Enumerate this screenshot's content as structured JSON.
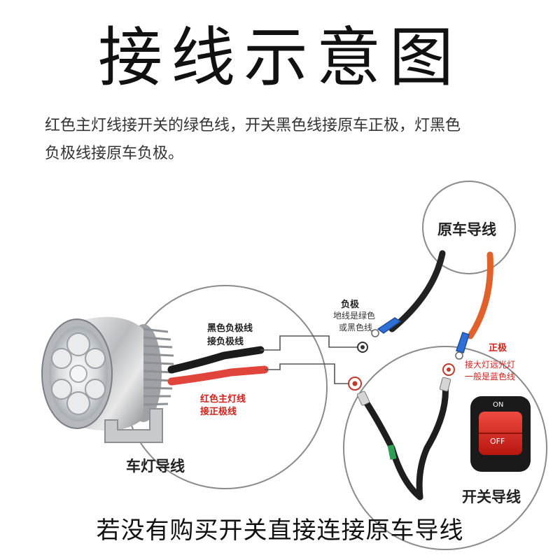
{
  "title": "接线示意图",
  "description": {
    "line1": "红色主灯线接开关的绿色线，开关黑色线接原车正极，灯黑色",
    "line2": "负极线接原车负极。"
  },
  "labels": {
    "original_wire": "原车导线",
    "negative_title": "负极",
    "negative_note1": "地线是绿色",
    "negative_note2": "或黑色线",
    "black_wire1": "黑色负极线",
    "black_wire2": "接负极线",
    "red_wire1": "红色主灯线",
    "red_wire2": "接正极线",
    "positive_title": "正极",
    "positive_note1": "接大灯远光灯",
    "positive_note2": "一般是蓝色线",
    "lamp_wire": "车灯导线",
    "switch_wire": "开关导线",
    "switch_on": "ON",
    "switch_off": "OFF"
  },
  "footer": "若没有购买开关直接连接原车导线",
  "colors": {
    "red_label": "#d0231e",
    "red_wire": "#e0443a",
    "orange_wire": "#e0622a",
    "terminal_blue": "#2f6fd6",
    "switch_red": "#d82a22"
  }
}
